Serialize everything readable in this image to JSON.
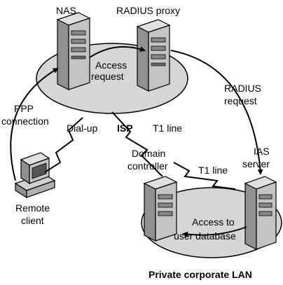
{
  "labels": {
    "nas": "NAS",
    "radius_proxy": "RADIUS proxy",
    "access_request_line1": "Access",
    "access_request_line2": "request",
    "radius_request_line1": "RADIUS",
    "radius_request_line2": "request",
    "ppp_line1": "PPP",
    "ppp_line2": "connection",
    "dialup": "Dial-up",
    "isp": "ISP",
    "t1_line_top": "T1 line",
    "domain_controller_line1": "Domain",
    "domain_controller_line2": "controller",
    "t1_line_bottom": "T1 line",
    "ias_line1": "IAS",
    "ias_line2": "server",
    "remote_client_line1": "Remote",
    "remote_client_line2": "client",
    "access_db_line1": "Access to",
    "access_db_line2": "user database",
    "private_lan": "Private corporate LAN"
  },
  "colors": {
    "ellipse_fill": "#d6d6d6",
    "server_body": "#b8b8b8",
    "server_dark": "#7a7a7a",
    "stroke": "#000000"
  }
}
